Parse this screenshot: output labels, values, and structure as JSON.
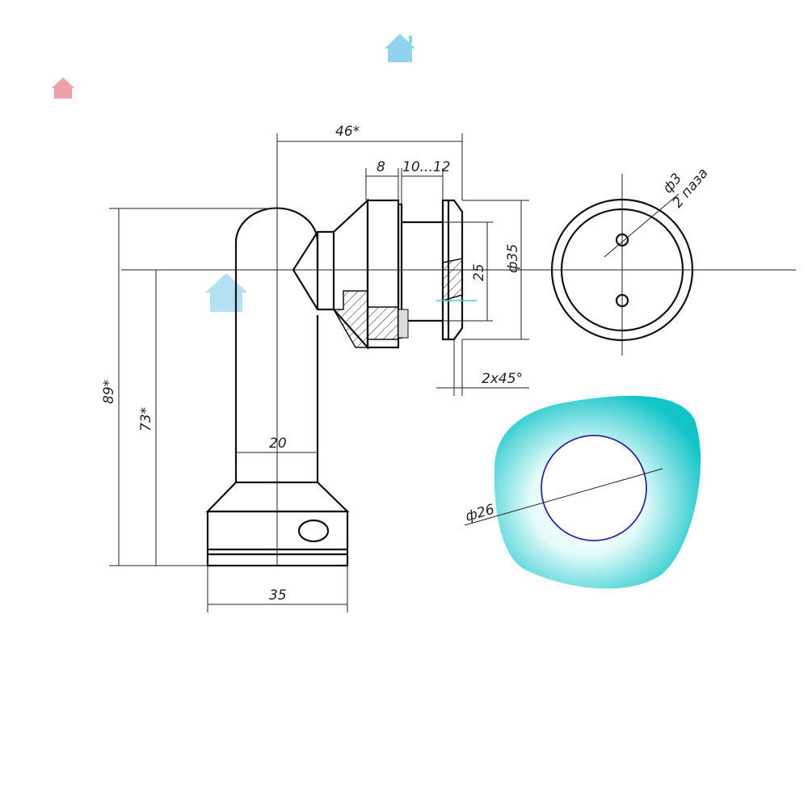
{
  "drawing": {
    "dimensions": {
      "overall_length": "46*",
      "collar_width": "8",
      "glass_thickness": "10...12",
      "plate_diameter": "ф35",
      "neck_diameter": "25",
      "hole_diameter": "ф3",
      "hole_count": "2 паза",
      "chamfer": "2x45°",
      "total_height": "89*",
      "axis_height": "73*",
      "post_width": "20",
      "base_width": "35",
      "gasket_hole_diameter": "ф26"
    },
    "colors": {
      "line": "#111111",
      "gasket": "#1cc8cc",
      "gasket_hole": "#2a2a9a",
      "watermark_blue": "#8fd3ee",
      "watermark_pink": "#f0a0a8"
    }
  }
}
